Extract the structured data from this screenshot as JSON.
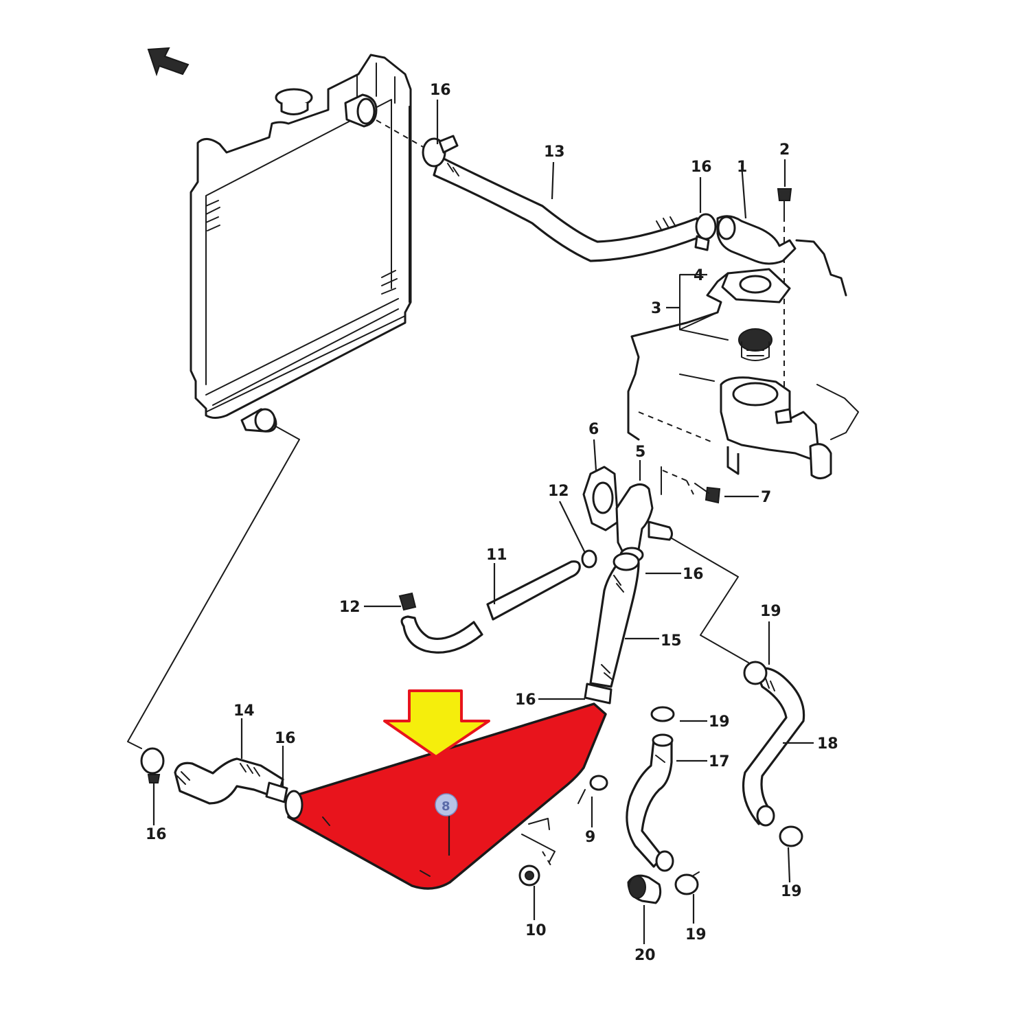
{
  "diagram": {
    "colors": {
      "ink": "#1a1a1a",
      "highlight_hose": "#e8141c",
      "arrow_fill": "#f5ee0c",
      "arrow_outline": "#e8141c",
      "callout_badge": "#b7c3e6"
    },
    "highlighted_part": "8",
    "labels": {
      "l1": "1",
      "l2": "2",
      "l3": "3",
      "l4": "4",
      "l5": "5",
      "l6": "6",
      "l7": "7",
      "l8": "8",
      "l9": "9",
      "l10": "10",
      "l11": "11",
      "l12a": "12",
      "l12b": "12",
      "l13": "13",
      "l14": "14",
      "l15": "15",
      "l16a": "16",
      "l16b": "16",
      "l16c": "16",
      "l16d": "16",
      "l16e": "16",
      "l16f": "16",
      "l17": "17",
      "l18": "18",
      "l19a": "19",
      "l19b": "19",
      "l19c": "19",
      "l19d": "19",
      "l20": "20"
    }
  }
}
